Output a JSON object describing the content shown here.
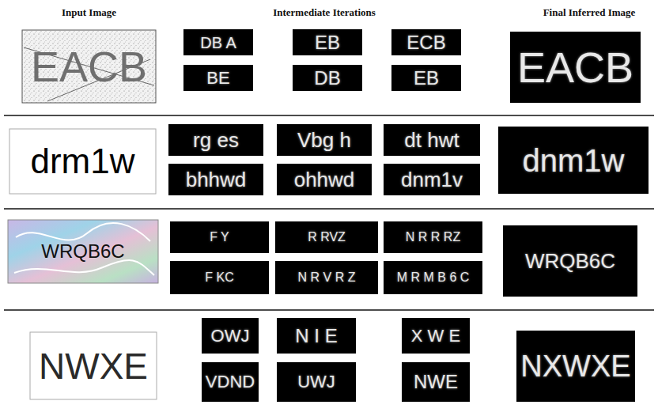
{
  "diagram": {
    "labels": [
      "Input Image",
      "Intermediate Iterations",
      "Final Inferred Image",
      "EACB",
      "DB A",
      "EB",
      "ECB",
      "BE",
      "DB",
      "EB",
      "EACB",
      "drm1w",
      "rg es",
      "Vbg h",
      "dt hwt",
      "bhhwd",
      "ohhwd",
      "dnm1v",
      "dnm1w",
      "WRQB6C",
      "F Y",
      "R RVZ",
      "N R R RZ",
      "F KC",
      "N R V R Z",
      "M R M B 6 C",
      "WRQB6C",
      "NWXE",
      "OWJ",
      "N I E",
      "X W E",
      "VDND",
      "UWJ",
      "NWE",
      "NXWXE"
    ]
  }
}
